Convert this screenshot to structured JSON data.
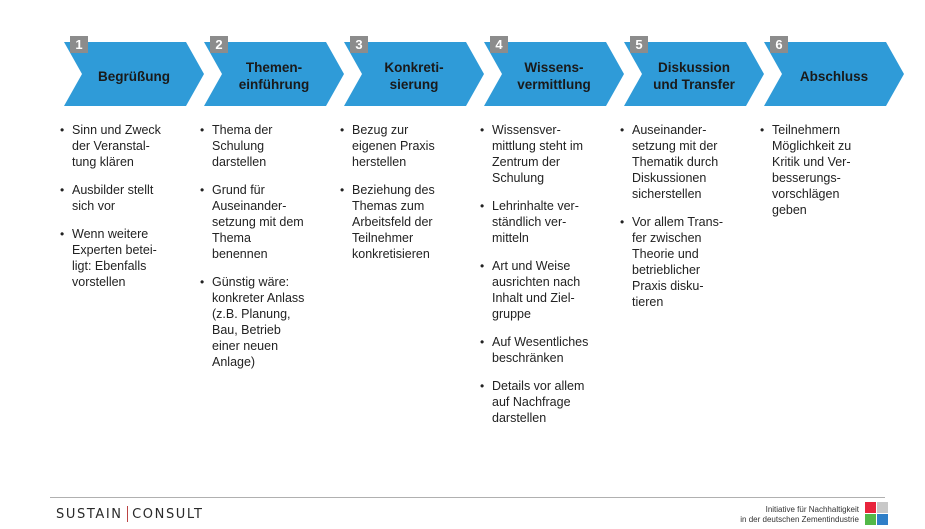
{
  "steps": [
    {
      "number": "1",
      "title": "Begrüßung"
    },
    {
      "number": "2",
      "title": "Themen-\neinführung"
    },
    {
      "number": "3",
      "title": "Konkreti-\nsierung"
    },
    {
      "number": "4",
      "title": "Wissens-\nvermittlung"
    },
    {
      "number": "5",
      "title": "Diskussion\nund Transfer"
    },
    {
      "number": "6",
      "title": "Abschluss"
    }
  ],
  "columns": [
    {
      "bullets": [
        "Sinn und Zweck\nder Veranstal-\ntung klären",
        "Ausbilder stellt\nsich vor",
        "Wenn weitere\nExperten betei-\nligt: Ebenfalls\nvorstellen"
      ]
    },
    {
      "bullets": [
        "Thema der\nSchulung\ndarstellen",
        "Grund für\nAuseinander-\nsetzung mit dem\nThema\nbenennen",
        "Günstig wäre:\nkonkreter Anlass\n(z.B. Planung,\nBau, Betrieb\neiner neuen\nAnlage)"
      ]
    },
    {
      "bullets": [
        "Bezug zur\neigenen Praxis\nherstellen",
        "Beziehung des\nThemas zum\nArbeitsfeld der\nTeilnehmer\nkonkretisieren"
      ]
    },
    {
      "bullets": [
        "Wissensver-\nmittlung steht im\nZentrum der\nSchulung",
        "Lehrinhalte ver-\nständlich ver-\nmitteln",
        "Art und Weise\nausrichten nach\nInhalt und Ziel-\ngruppe",
        "Auf Wesentliches\nbeschränken",
        "Details vor allem\nauf Nachfrage\ndarstellen"
      ]
    },
    {
      "bullets": [
        "Auseinander-\nsetzung mit der\nThematik durch\nDiskussionen\nsicherstellen",
        "Vor allem Trans-\nfer zwischen\nTheorie und\nbetrieblicher\nPraxis disku-\ntieren"
      ]
    },
    {
      "bullets": [
        "Teilnehmern\nMöglichkeit zu\nKritik und Ver-\nbesserungs-\nvorschlägen\ngeben"
      ]
    }
  ],
  "bullet_symbol": "•",
  "footer": {
    "logo_left": "SUSTAIN",
    "logo_right": "CONSULT",
    "initiative_line1": "Initiative für Nachhaltigkeit",
    "initiative_line2": "in der deutschen Zementindustrie"
  },
  "colors": {
    "chevron_fill": "#2f9bd8",
    "chevron_fill_light": "#4fb3ea",
    "number_box": "#8c8c8c",
    "square_red": "#e8243c",
    "square_gray": "#c8c8c8",
    "square_green": "#52b848",
    "square_blue": "#2f7fc8"
  }
}
